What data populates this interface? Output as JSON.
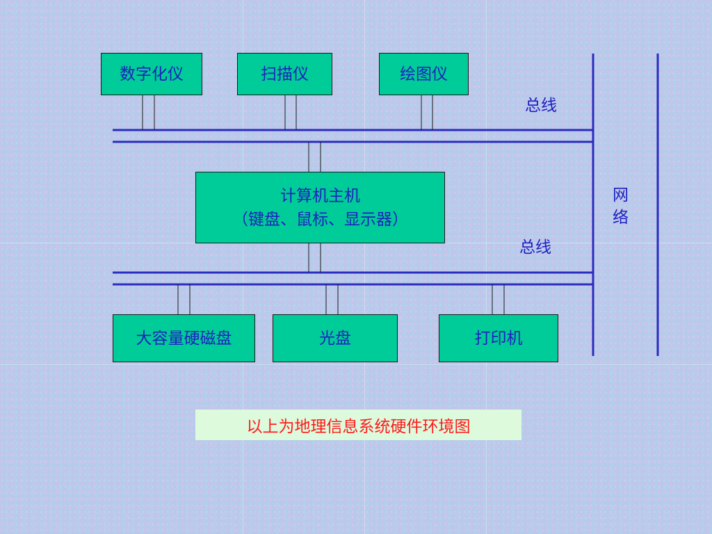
{
  "devices_top": {
    "digitizer": "数字化仪",
    "scanner": "扫描仪",
    "plotter": "绘图仪"
  },
  "host": {
    "line1": "计算机主机",
    "line2": "（键盘、鼠标、显示器）"
  },
  "devices_bottom": {
    "disk": "大容量硬磁盘",
    "optical": "光盘",
    "printer": "打印机"
  },
  "bus_upper_label": "总线",
  "bus_lower_label": "总线",
  "network_label": [
    "网",
    "络"
  ],
  "caption": "以上为地理信息系统硬件环境图",
  "colors": {
    "box_fill": "#00cc99",
    "line": "#2b2bbf",
    "text": "#1f1fbf",
    "caption_text": "#ff1a1a",
    "caption_bg": "#ddfadd"
  }
}
